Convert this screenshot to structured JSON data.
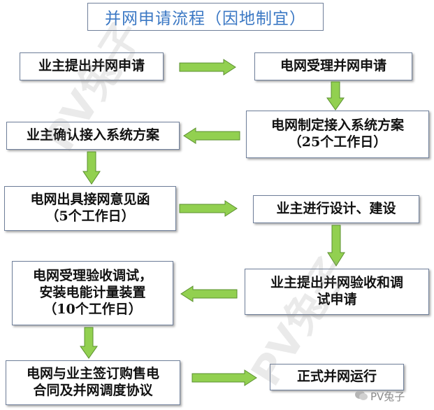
{
  "title": "并网申请流程（因地制宜）",
  "steps": {
    "s1": [
      "业主提出并网申请"
    ],
    "s2": [
      "电网受理并网申请"
    ],
    "s3": [
      "电网制定接入系统方案",
      "（25个工作日）"
    ],
    "s4": [
      "业主确认接入系统方案"
    ],
    "s5": [
      "电网出具接网意见函",
      "（5个工作日）"
    ],
    "s6": [
      "业主进行设计、建设"
    ],
    "s7": [
      "业主提出并网验收和调",
      "试申请"
    ],
    "s8": [
      "电网受理验收调试，",
      "安装电能计量装置",
      "（10个工作日）"
    ],
    "s9": [
      "电网与业主签订购售电",
      "合同及并网调度协议"
    ],
    "s10": [
      "正式并网运行"
    ]
  },
  "watermark": {
    "text": "PV兔子",
    "badge": "PV兔子"
  },
  "colors": {
    "arrow_fill": "#92d050",
    "arrow_stroke": "#5a8f2e",
    "title_text": "#3b78c4",
    "border": "#6f7f9a"
  }
}
